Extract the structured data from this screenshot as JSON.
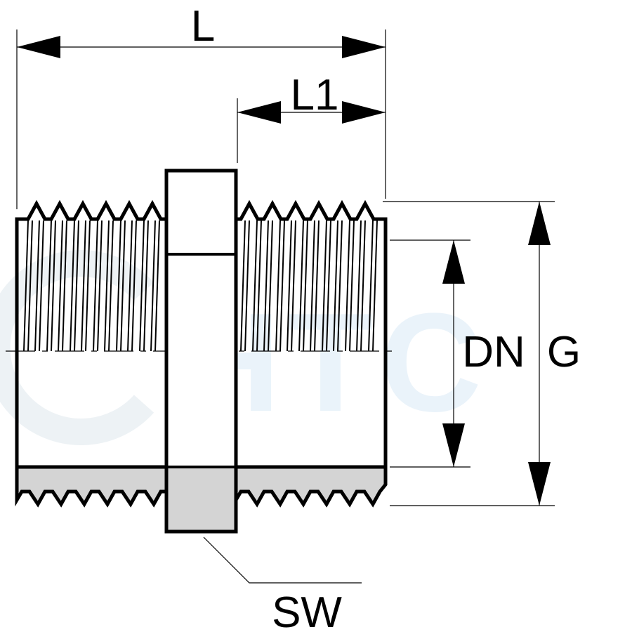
{
  "diagram": {
    "labels": {
      "overall_length": "L",
      "thread_length": "L1",
      "nominal_diameter": "DN",
      "thread_size": "G",
      "wrench_size": "SW"
    },
    "watermark": "HTC",
    "colors": {
      "line": "#000000",
      "section_fill": "#d4d4d4",
      "watermark": "#e9f3fa"
    }
  }
}
